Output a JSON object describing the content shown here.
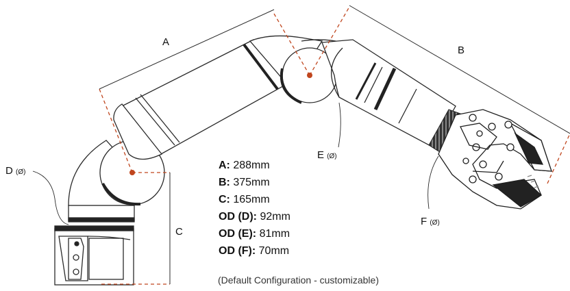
{
  "labels": {
    "a": "A",
    "b": "B",
    "c": "C",
    "d": "D",
    "e": "E",
    "f": "F",
    "dia": "(Ø)"
  },
  "specs": [
    {
      "key": "A:",
      "value": "288mm"
    },
    {
      "key": "B:",
      "value": "375mm"
    },
    {
      "key": "C:",
      "value": "165mm"
    },
    {
      "key": "OD (D):",
      "value": "92mm"
    },
    {
      "key": "OD (E):",
      "value": "81mm"
    },
    {
      "key": "OD (F):",
      "value": "70mm"
    }
  ],
  "note": "(Default Configuration - customizable)",
  "colors": {
    "joint_dot": "#c0461e",
    "dashed": "#c0461e",
    "outline": "#2a2a2a",
    "body": "#ffffff",
    "dark_part": "#1f1f1f"
  }
}
